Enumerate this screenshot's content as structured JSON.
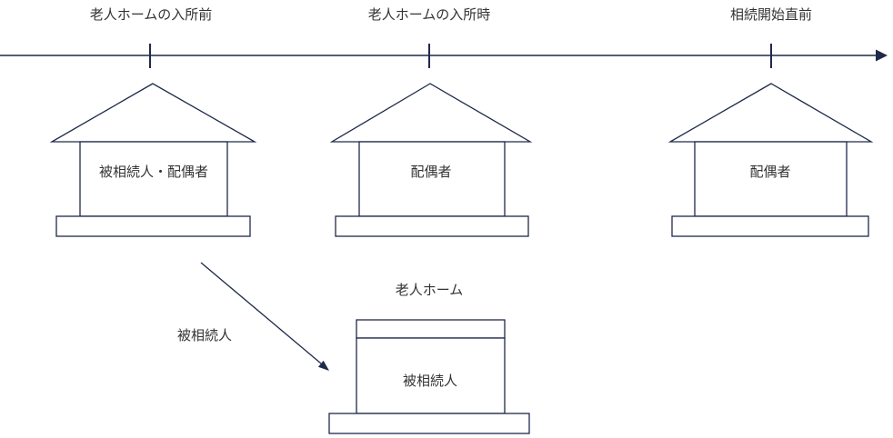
{
  "colors": {
    "line": "#1f2a4a",
    "text": "#333333"
  },
  "timeline": {
    "labels": [
      "老人ホームの入所前",
      "老人ホームの入所時",
      "相続開始直前"
    ]
  },
  "houses": [
    {
      "occupant": "被相続人・配偶者"
    },
    {
      "occupant": "配偶者"
    },
    {
      "occupant": "配偶者"
    }
  ],
  "move_arrow": {
    "label": "被相続人"
  },
  "nursing_home": {
    "title": "老人ホーム",
    "occupant": "被相続人"
  }
}
